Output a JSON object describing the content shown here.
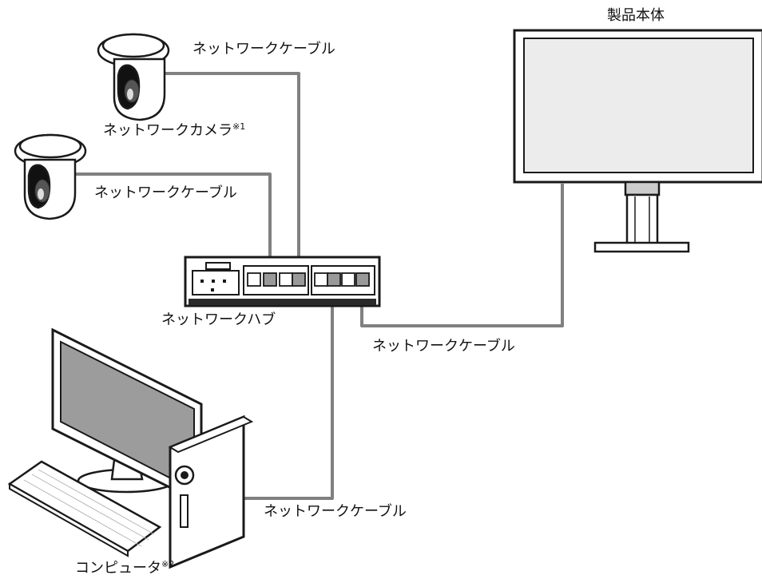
{
  "labels": {
    "product": "製品本体",
    "camera": "ネットワークカメラ",
    "camera_note": "※1",
    "hub": "ネットワークハブ",
    "computer": "コンピュータ",
    "computer_note": "※2",
    "cable": "ネットワークケーブル"
  },
  "colors": {
    "stroke": "#1a1a1a",
    "cable": "#808080",
    "screen": "#ececec",
    "pc_screen": "#9c9c9c"
  }
}
